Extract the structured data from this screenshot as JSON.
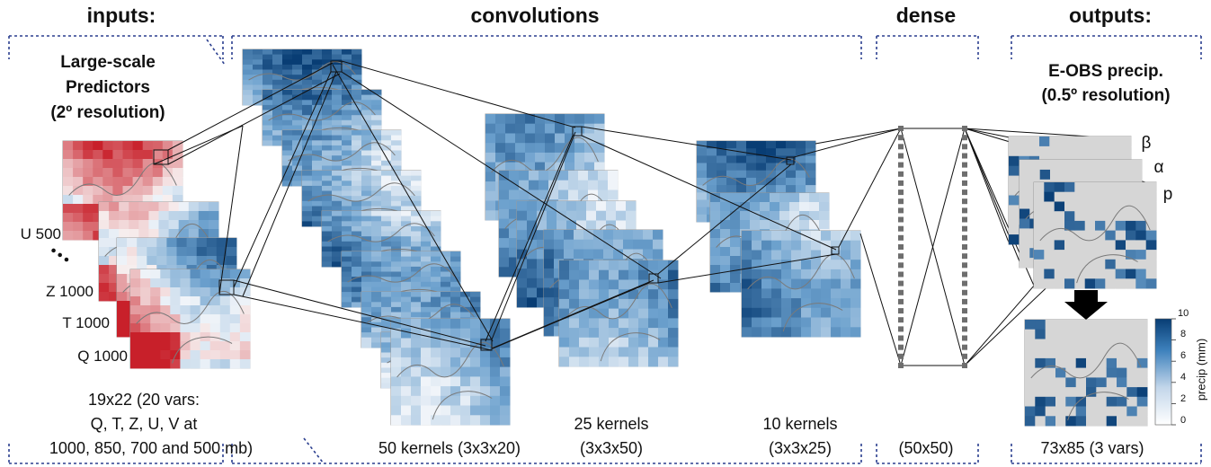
{
  "headers": {
    "inputs": "inputs:",
    "convolutions": "convolutions",
    "dense": "dense",
    "outputs": "outputs:"
  },
  "inputs": {
    "title_line1": "Large-scale",
    "title_line2": "Predictors",
    "title_line3": "(2º resolution)",
    "var_labels": [
      "U 500",
      "Z 1000",
      "T 1000",
      "Q 1000"
    ],
    "ellipsis": "• • •",
    "desc_line1": "19x22 (20 vars:",
    "desc_line2": "Q, T, Z, U, V at",
    "desc_line3": "1000, 850, 700 and 500 mb)"
  },
  "convolutions": {
    "layer1": "50 kernels (3x3x20)",
    "layer2_line1": "25 kernels",
    "layer2_line2": "(3x3x50)",
    "layer3_line1": "10 kernels",
    "layer3_line2": "(3x3x25)"
  },
  "dense": {
    "size": "(50x50)"
  },
  "outputs": {
    "title_line1": "E-OBS precip.",
    "title_line2": "(0.5º resolution)",
    "param_labels": [
      "β",
      "α",
      "p"
    ],
    "desc": "73x85 (3 vars)",
    "colorbar_label": "precip (mm)",
    "colorbar_ticks": [
      "0",
      "2",
      "4",
      "6",
      "8",
      "10"
    ]
  },
  "colors": {
    "frame_dash": "#2b3f8f",
    "map_blue_dark": "#0b4a86",
    "map_blue_light": "#dbe7f3",
    "map_red": "#c8202a",
    "map_gray": "#d4d4d4",
    "connector": "#111111",
    "dense_node": "#6e6e6e"
  }
}
